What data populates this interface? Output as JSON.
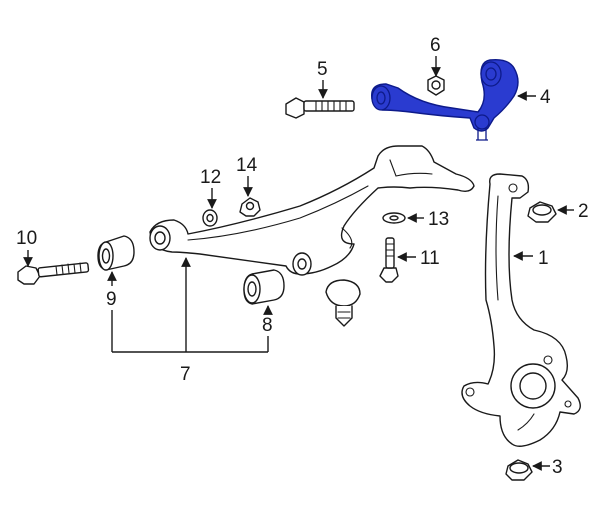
{
  "diagram": {
    "highlight_color": "#2a3bd0",
    "callouts": [
      {
        "id": "c1",
        "label": "1"
      },
      {
        "id": "c2",
        "label": "2"
      },
      {
        "id": "c3",
        "label": "3"
      },
      {
        "id": "c4",
        "label": "4"
      },
      {
        "id": "c5",
        "label": "5"
      },
      {
        "id": "c6",
        "label": "6"
      },
      {
        "id": "c7",
        "label": "7"
      },
      {
        "id": "c8",
        "label": "8"
      },
      {
        "id": "c9",
        "label": "9"
      },
      {
        "id": "c10",
        "label": "10"
      },
      {
        "id": "c11",
        "label": "11"
      },
      {
        "id": "c12",
        "label": "12"
      },
      {
        "id": "c13",
        "label": "13"
      },
      {
        "id": "c14",
        "label": "14"
      }
    ]
  }
}
